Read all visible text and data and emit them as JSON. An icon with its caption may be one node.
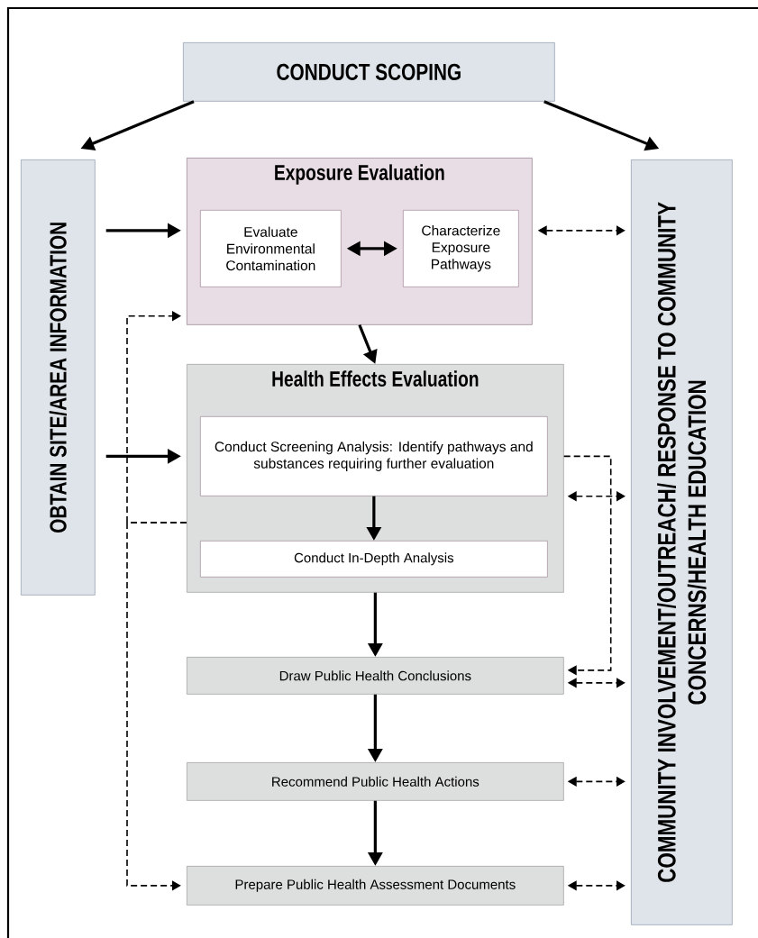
{
  "diagram": {
    "nodes": [
      {
        "text": [
          "CONDUCT SCOPING"
        ]
      },
      {
        "text": [
          "OBTAIN SITE/AREA INFORMATION"
        ]
      },
      {
        "text": [
          "COMMUNITY INVOLVEMENT/OUTREACH/ RESPONSE TO COMMUNITY CONCERNS/HEALTH EDUCATION"
        ]
      },
      {
        "text": [
          "Exposure Evaluation"
        ]
      },
      {
        "text": [
          "Evaluate Environmental Contamination"
        ],
        "in": 3
      },
      {
        "text": [
          "Characterize Exposure Pathways"
        ],
        "in": 3
      },
      {
        "text": [
          "Health Effects Evaluation"
        ]
      },
      {
        "text": [
          "Conduct Screening Analysis: Identify pathways and substances requiring further evaluation"
        ],
        "in": 6
      },
      {
        "text": [
          "Conduct In-Depth Analysis"
        ],
        "in": 6
      },
      {
        "text": [
          "Draw Public Health Conclusions"
        ]
      },
      {
        "text": [
          "Recommend Public Health Actions"
        ]
      },
      {
        "text": [
          "Prepare Public Health Assessment Documents"
        ]
      }
    ],
    "edges": [
      {
        "from": 0,
        "to": 1,
        "arrow": "to"
      },
      {
        "from": 0,
        "to": 2,
        "arrow": "to"
      },
      {
        "from": 1,
        "to": 3,
        "arrow": "to"
      },
      {
        "from": 4,
        "to": 5,
        "arrow": "both"
      },
      {
        "from": 3,
        "to": 2,
        "arrow": "both",
        "style": "dashed"
      },
      {
        "from": 3,
        "to": 6,
        "arrow": "to"
      },
      {
        "from": 1,
        "to": 6,
        "arrow": "to"
      },
      {
        "from": 7,
        "to": 8,
        "arrow": "to"
      },
      {
        "from": 6,
        "to": 3,
        "arrow": "to",
        "style": "dashed"
      },
      {
        "from": 6,
        "to": 11,
        "arrow": "to",
        "style": "dashed"
      },
      {
        "from": 7,
        "to": 9,
        "arrow": "to",
        "style": "dashed"
      },
      {
        "from": 6,
        "to": 2,
        "arrow": "both",
        "style": "dashed"
      },
      {
        "from": 6,
        "to": 9,
        "arrow": "to"
      },
      {
        "from": 9,
        "to": 2,
        "arrow": "both",
        "style": "dashed"
      },
      {
        "from": 9,
        "to": 10,
        "arrow": "to"
      },
      {
        "from": 10,
        "to": 2,
        "arrow": "both",
        "style": "dashed"
      },
      {
        "from": 10,
        "to": 11,
        "arrow": "to"
      },
      {
        "from": 11,
        "to": 2,
        "arrow": "both",
        "style": "dashed"
      }
    ]
  }
}
